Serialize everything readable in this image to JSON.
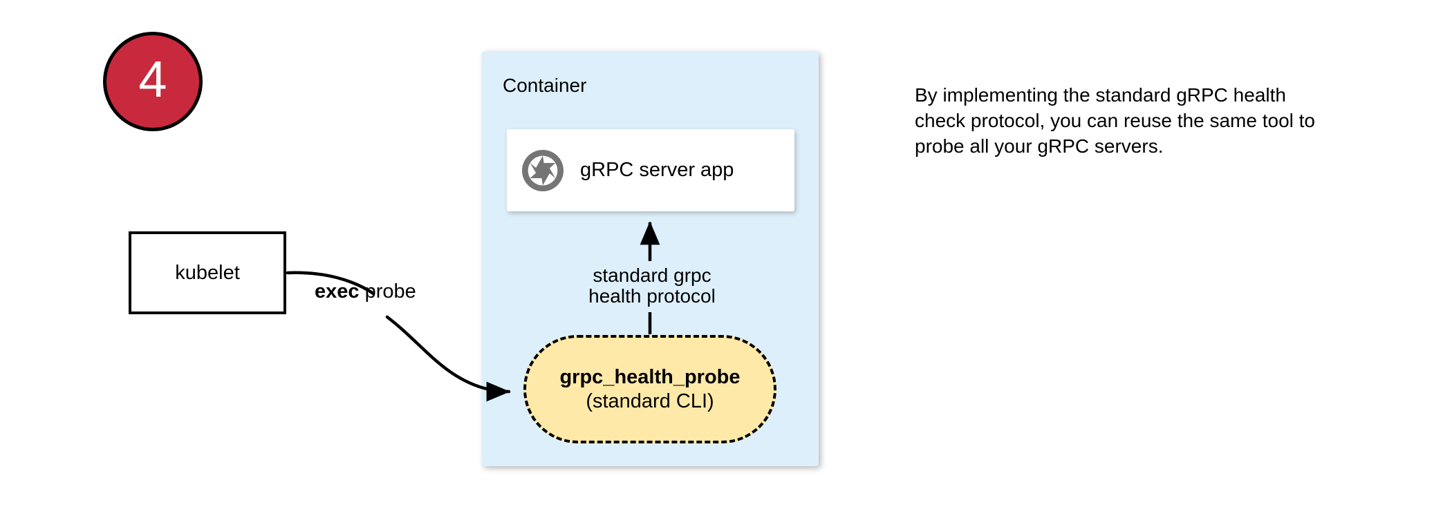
{
  "diagram": {
    "step_badge": {
      "number": "4",
      "fill_color": "#c9293c",
      "text_color": "#ffffff",
      "border_color": "#000000"
    },
    "kubelet": {
      "label": "kubelet",
      "fill_color": "#ffffff",
      "border_color": "#000000"
    },
    "exec_probe_edge": {
      "label_bold": "exec",
      "label_rest": " probe"
    },
    "container": {
      "label": "Container",
      "fill_color": "#ddeffb"
    },
    "grpc_server_app": {
      "label": "gRPC server app",
      "icon": "grpc-aperture-icon",
      "icon_color": "#757575",
      "fill_color": "#ffffff"
    },
    "protocol_edge": {
      "line1": "standard grpc",
      "line2": "health protocol"
    },
    "probe_pill": {
      "line1": "grpc_health_probe",
      "line2": "(standard CLI)",
      "fill_color": "#ffe9a8",
      "border_color": "#000000",
      "border_style": "dashed"
    },
    "annotation": {
      "text": "By implementing the standard gRPC health check protocol, you can reuse the same tool to probe all your gRPC servers."
    }
  }
}
